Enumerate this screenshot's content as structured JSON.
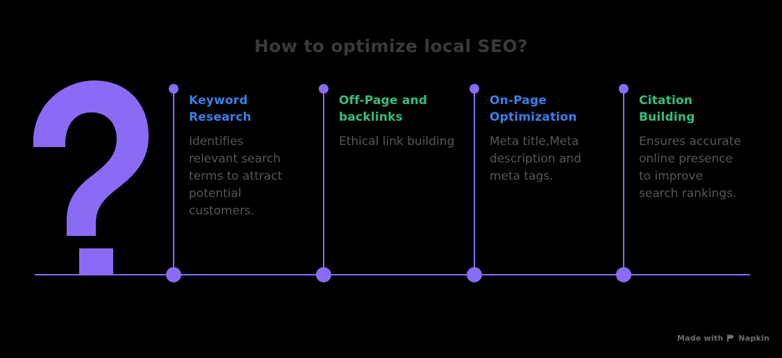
{
  "title": "How to optimize local SEO?",
  "theme": {
    "background": "#000000",
    "line_purple": "#8a6bf5",
    "title_gray": "#3a3a3a",
    "body_gray": "#565656",
    "accent_blue": "#3b80e8",
    "accent_green": "#35bf7c"
  },
  "decoration": {
    "question_mark_icon": "question-mark-icon",
    "question_mark_color": "#8a6bf5"
  },
  "timeline": {
    "milestones": [
      {
        "heading": "Keyword\nResearch",
        "accent": "blue",
        "body": "Identifies\nrelevant search\nterms to attract\npotential\ncustomers."
      },
      {
        "heading": "Off-Page and\nbacklinks",
        "accent": "green",
        "body": "Ethical link building"
      },
      {
        "heading": "On-Page\nOptimization",
        "accent": "blue",
        "body": "Meta title,Meta\ndescription and\nmeta tags."
      },
      {
        "heading": "Citation\nBuilding",
        "accent": "green",
        "body": "Ensures accurate\nonline presence\nto improve\nsearch rankings."
      }
    ]
  },
  "watermark": {
    "prefix": "Made with",
    "brand": "Napkin",
    "logo_icon": "napkin-logo-icon"
  }
}
